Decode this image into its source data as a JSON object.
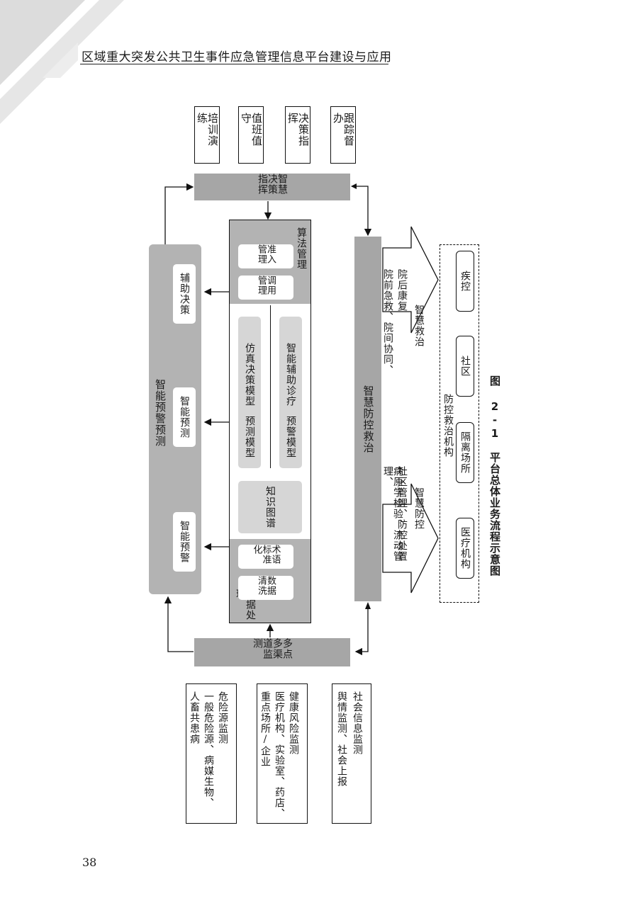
{
  "header": {
    "title": "区域重大突发公共卫生事件应急管理信息平台建设与应用"
  },
  "page_number": "38",
  "figure": {
    "caption": "图 2-1　平台总体业务流程示意图",
    "sources": [
      {
        "title": "危险源监测",
        "line1": "一般危险源、病媒生物、",
        "line2": "人畜共患病"
      },
      {
        "title": "健康风险监测",
        "line1": "医疗机构、实验室、药店、",
        "line2": "重点场所/企业"
      },
      {
        "title": "社会信息监测",
        "line1": "舆情监测、社会上报",
        "line2": ""
      }
    ],
    "monitoring": "多点多渠道监测",
    "data_processing": {
      "title": "数据处理",
      "cleaning": "数据清洗",
      "terminology": "术语标准化"
    },
    "algorithm": {
      "title": "算法管理",
      "access": "准入管理",
      "dispatch": "调用管理"
    },
    "models": {
      "knowledge_graph": "知识图谱",
      "prediction": "预测模型",
      "warning": "预警模型",
      "simulation": "仿真决策模型",
      "diagnosis": "智能辅助诊疗"
    },
    "warning_bar": {
      "title": "智能预警预测",
      "items": [
        "智能预警",
        "智能预测",
        "辅助决策"
      ]
    },
    "decision": "智慧决策指挥",
    "outputs": [
      "培训演练",
      "值班值守",
      "决策指挥",
      "跟踪督办"
    ],
    "prevention": "智慧防控救治",
    "flows": {
      "left_title": "智慧防控",
      "left_text1": "病原学检验、流动管理、",
      "left_text2": "社区管理、防控处置",
      "right_title": "智慧救治",
      "right_text1": "院前急救、院间协同、",
      "right_text2": "院后康复"
    },
    "agencies": {
      "title": "防控救治机构",
      "items": [
        "医疗机构",
        "隔离场所",
        "社区",
        "疾控"
      ]
    }
  }
}
